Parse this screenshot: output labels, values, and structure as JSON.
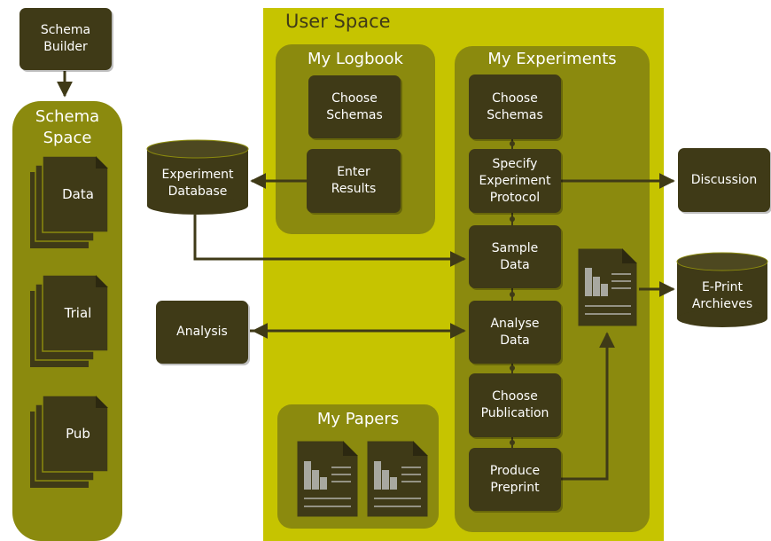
{
  "regions": {
    "user_space": "User Space",
    "logbook": "My Logbook",
    "experiments": "My Experiments",
    "papers": "My Papers",
    "schema_space": "Schema\nSpace"
  },
  "boxes": {
    "schema_builder": "Schema\nBuilder",
    "logbook_choose_schemas": "Choose\nSchemas",
    "enter_results": "Enter\nResults",
    "exp_choose_schemas": "Choose\nSchemas",
    "specify_protocol": "Specify\nExperiment\nProtocol",
    "sample_data": "Sample\nData",
    "analyse_data": "Analyse\nData",
    "choose_publication": "Choose\nPublication",
    "produce_preprint": "Produce\nPreprint",
    "discussion": "Discussion",
    "analysis": "Analysis"
  },
  "databases": {
    "experiment_database": "Experiment\nDatabase",
    "eprint_archives": "E-Print\nArchieves"
  },
  "schema_docs": [
    "Data",
    "Trial",
    "Pub"
  ],
  "colors": {
    "user_space": "#c6c400",
    "region_fill": "#8b8a0e",
    "box_fill": "#3f3a17",
    "arrow": "#3f3a17"
  }
}
